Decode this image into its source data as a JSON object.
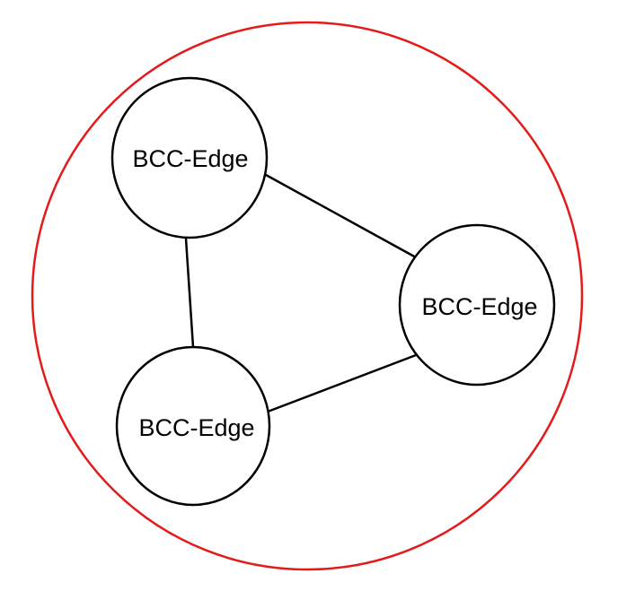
{
  "diagram": {
    "colors": {
      "background": "#ffffff",
      "cluster_outline": "#e31b1b",
      "node_outline": "#000000",
      "edge": "#000000"
    },
    "nodes": [
      {
        "id": "n1",
        "label": "BCC-Edge"
      },
      {
        "id": "n2",
        "label": "BCC-Edge"
      },
      {
        "id": "n3",
        "label": "BCC-Edge"
      }
    ],
    "edges": [
      {
        "from": "n1",
        "to": "n2"
      },
      {
        "from": "n1",
        "to": "n3"
      },
      {
        "from": "n2",
        "to": "n3"
      }
    ]
  }
}
